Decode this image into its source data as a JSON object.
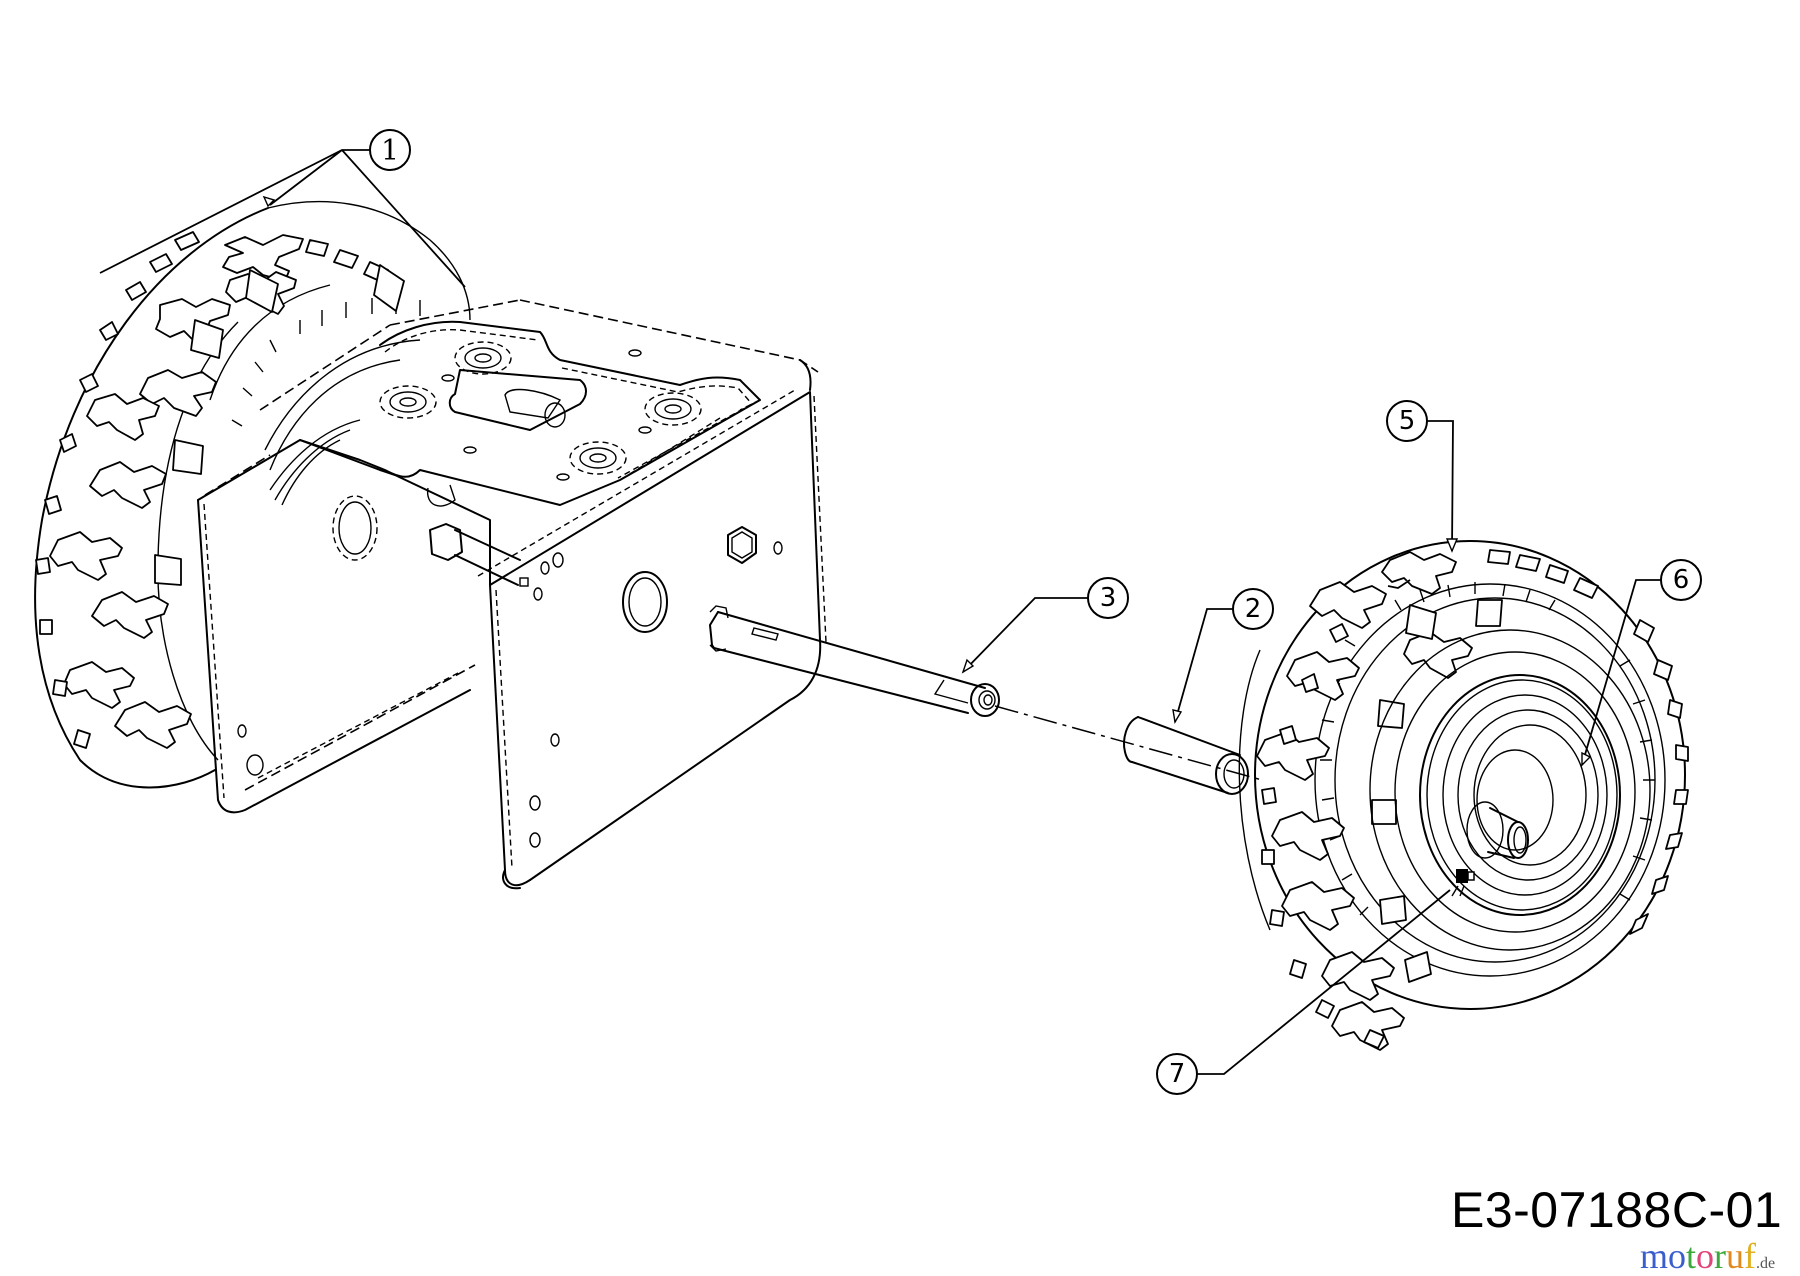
{
  "diagram": {
    "type": "exploded parts diagram",
    "subject": "Snow thrower wheel and axle assembly",
    "drawing_code": "E3-07188C-01",
    "watermark": {
      "text": "motoruf",
      "tld": ".de",
      "letter_colors": [
        "#3a5fcd",
        "#3a5fcd",
        "#3aa83a",
        "#e0457b",
        "#3aa83a",
        "#e08a1e",
        "#e0b020"
      ]
    },
    "callouts": [
      {
        "number": "1",
        "label": "Wheel (left, on frame)",
        "target": "left-wheel-tire"
      },
      {
        "number": "2",
        "label": "Spacer sleeve",
        "target": "spacer-sleeve"
      },
      {
        "number": "3",
        "label": "Axle shaft",
        "target": "axle-shaft"
      },
      {
        "number": "5",
        "label": "Tire tread",
        "target": "right-wheel-tire"
      },
      {
        "number": "6",
        "label": "Wheel rim",
        "target": "right-wheel-rim"
      },
      {
        "number": "7",
        "label": "Valve stem",
        "target": "valve-stem"
      }
    ],
    "colors": {
      "line": "#000000",
      "background": "#ffffff"
    }
  }
}
